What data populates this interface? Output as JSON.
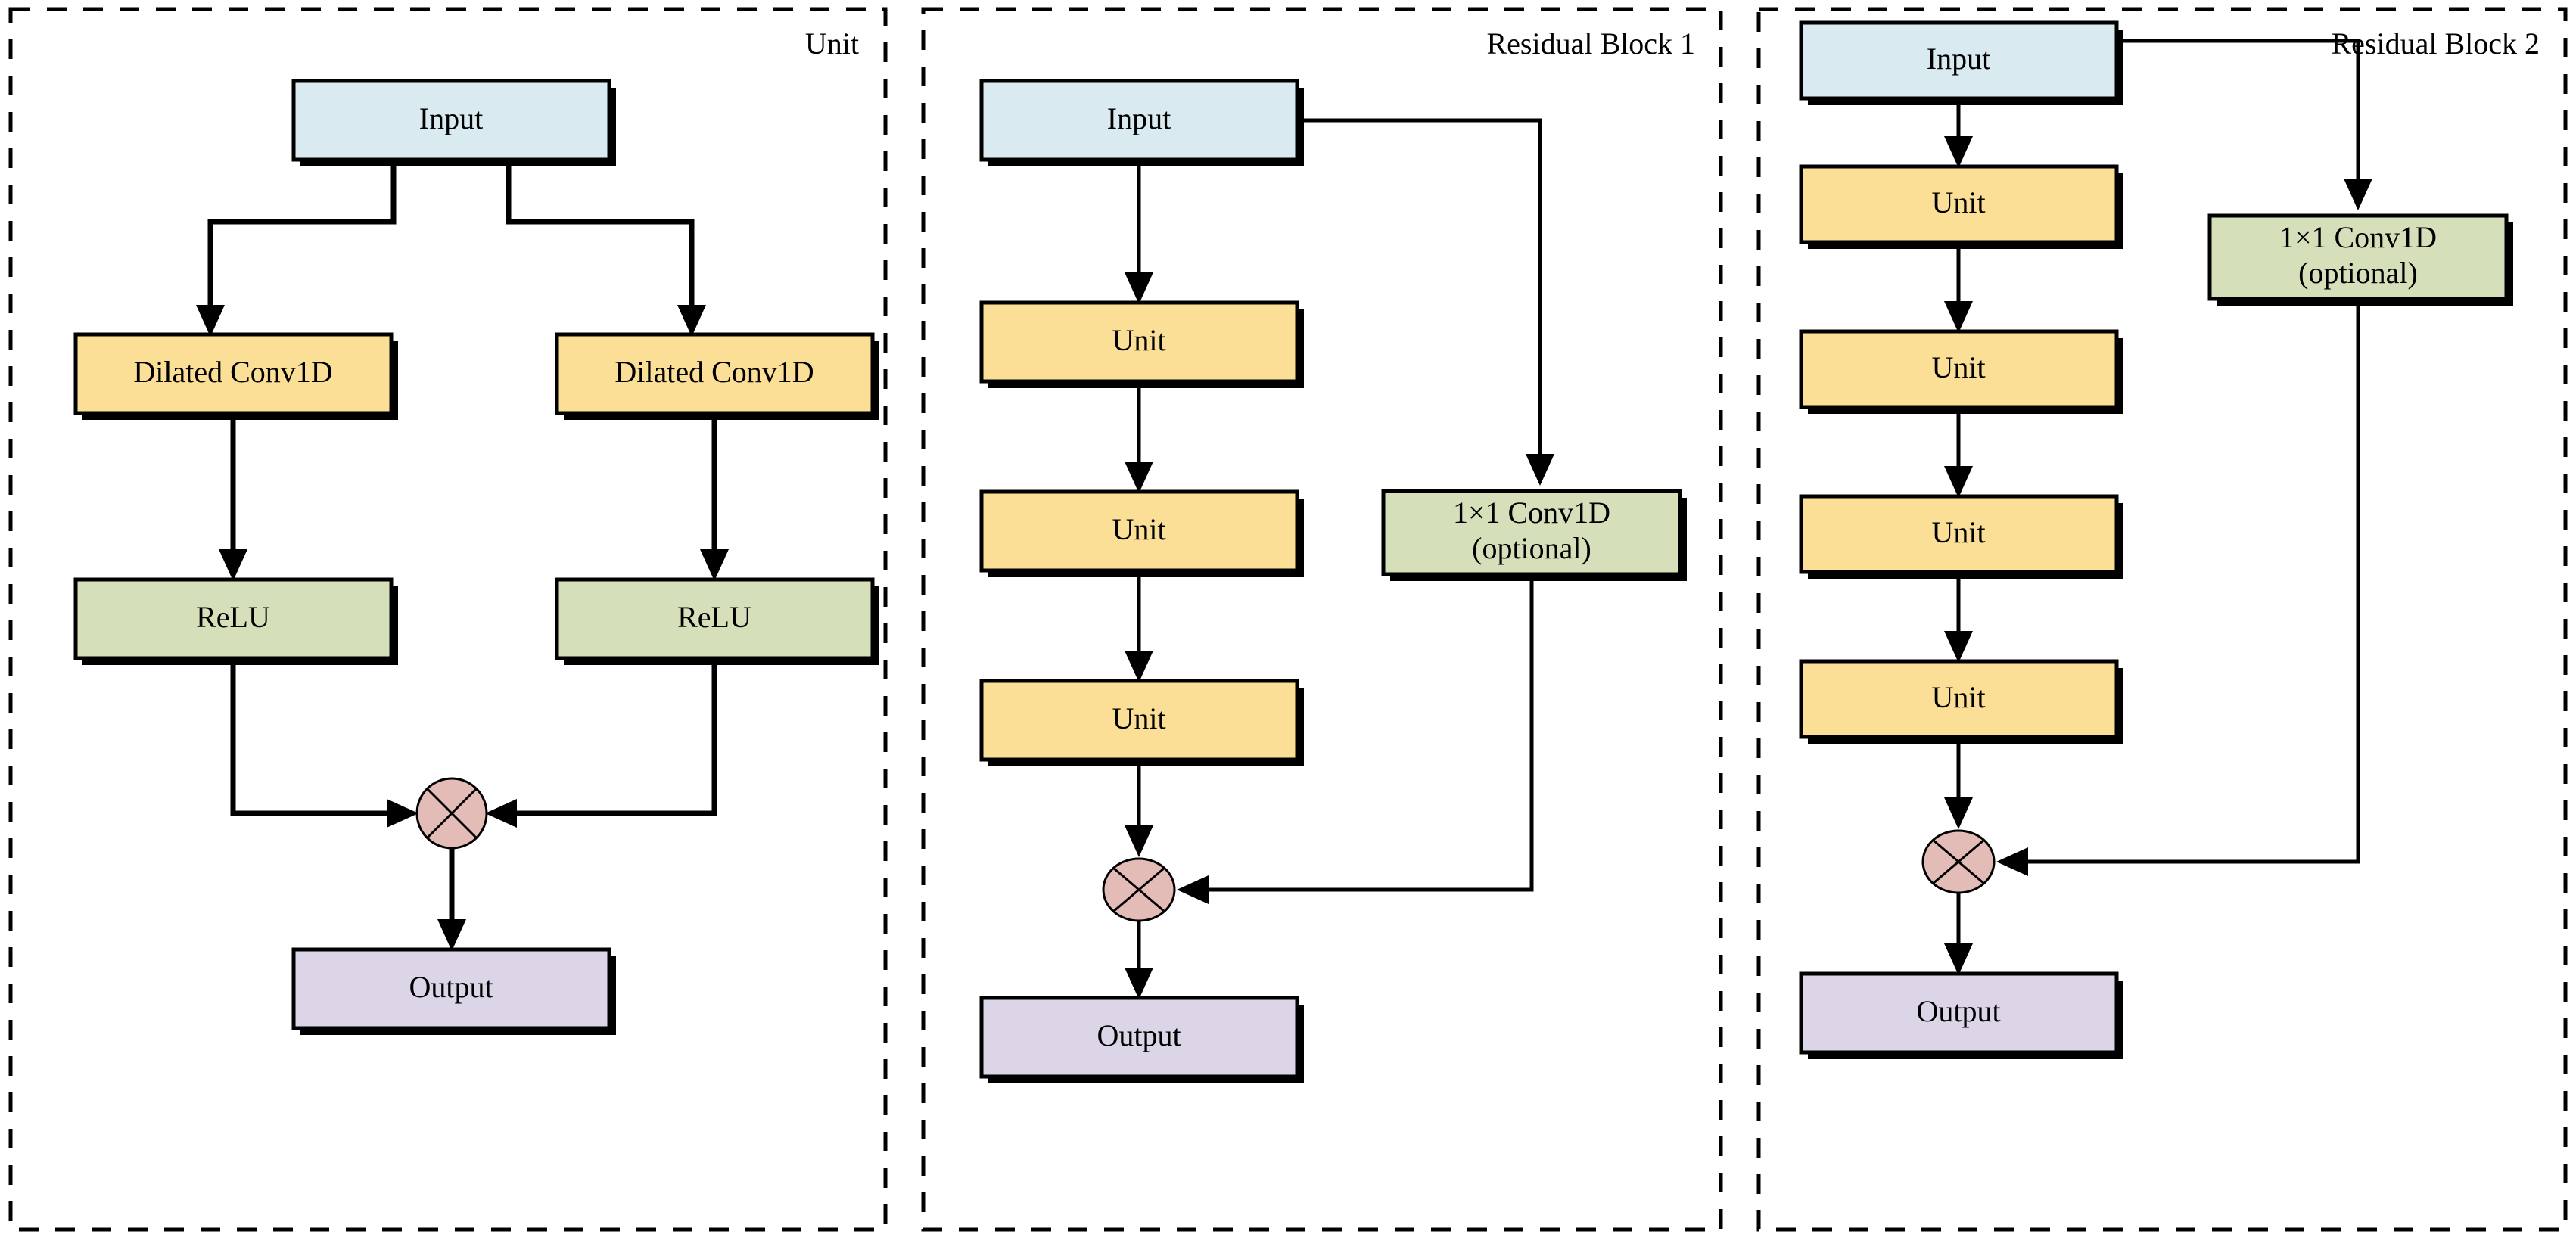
{
  "figure": {
    "kind": "neural-network-architecture-diagram",
    "panel_count": 3
  },
  "colors": {
    "input_fill": "#d9eaf0",
    "unit_fill": "#fcdf96",
    "relu_fill": "#d5e0bb",
    "conv1x1_fill": "#d5e0bb",
    "output_fill": "#dcd5e8",
    "multiply_fill": "#e4bcb7",
    "stroke": "#000000",
    "background": "#ffffff"
  },
  "panels": [
    {
      "id": "unit",
      "title": "Unit",
      "nodes": {
        "input": "Input",
        "dilated_conv_left": "Dilated Conv1D",
        "dilated_conv_right": "Dilated Conv1D",
        "relu_left": "ReLU",
        "relu_right": "ReLU",
        "merge": "multiply-operator",
        "output": "Output"
      }
    },
    {
      "id": "residual-block-1",
      "title": "Residual Block 1",
      "nodes": {
        "input": "Input",
        "unit_1": "Unit",
        "unit_2": "Unit",
        "unit_3": "Unit",
        "conv1x1_line1": "1×1 Conv1D",
        "conv1x1_line2": "(optional)",
        "merge": "multiply-operator",
        "output": "Output"
      }
    },
    {
      "id": "residual-block-2",
      "title": "Residual Block 2",
      "nodes": {
        "input": "Input",
        "unit_1": "Unit",
        "unit_2": "Unit",
        "unit_3": "Unit",
        "unit_4": "Unit",
        "conv1x1_line1": "1×1 Conv1D",
        "conv1x1_line2": "(optional)",
        "merge": "multiply-operator",
        "output": "Output"
      }
    }
  ]
}
